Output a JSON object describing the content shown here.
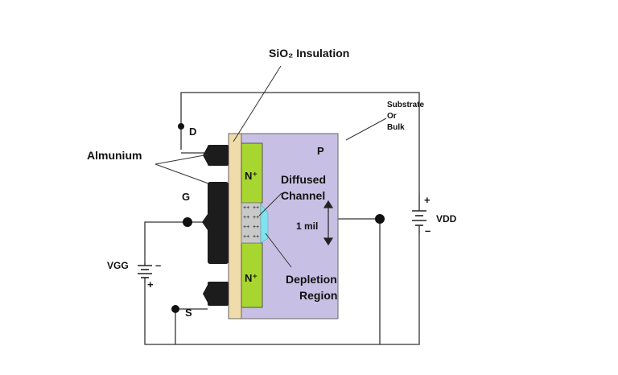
{
  "labels": {
    "sio2": "SiO₂ Insulation",
    "substrate_line1": "Substrate",
    "substrate_line2": "Or",
    "substrate_line3": "Bulk",
    "drain": "D",
    "gate": "G",
    "source": "S",
    "p_region": "P",
    "n_plus_top": "N⁺",
    "n_plus_bottom": "N⁺",
    "almunium": "Almunium",
    "diffused_channel_line1": "Diffused",
    "diffused_channel_line2": "Channel",
    "one_mil": "1 mil",
    "depletion_line1": "Depletion",
    "depletion_line2": "Region",
    "vgg": "VGG",
    "vdd": "VDD",
    "vgg_minus": "–",
    "vgg_plus": "+",
    "vdd_plus": "+",
    "vdd_minus": "–",
    "channel_charges": "++"
  },
  "colors": {
    "substrate": "#c8c0e4",
    "n_plus": "#a8d630",
    "oxide": "#f0dcaa",
    "metal": "#1c1c1c",
    "channel": "#c9c9c9",
    "depletion": "#7fe2ef",
    "wire": "#333333"
  }
}
